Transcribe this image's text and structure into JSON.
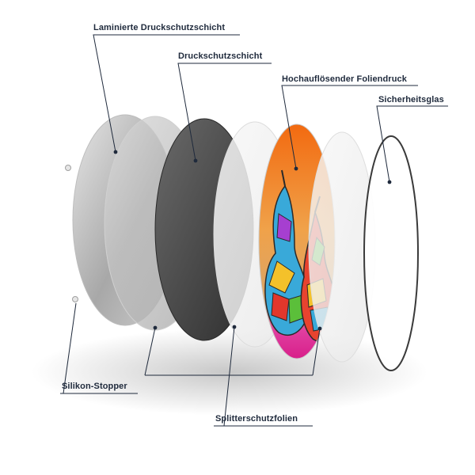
{
  "labels": {
    "laminated": "Laminierte Druckschutzschicht",
    "protective": "Druckschutzschicht",
    "print": "Hochauflösender Foliendruck",
    "glass": "Sicherheitsglas",
    "stopper": "Silikon-Stopper",
    "splinter": "Splitterschutzfolien"
  },
  "colors": {
    "leader": "#1f2a3c",
    "dark_layer": "#3b3b3b",
    "print_orange": "#f07a1c",
    "print_pink": "#e0299a"
  }
}
